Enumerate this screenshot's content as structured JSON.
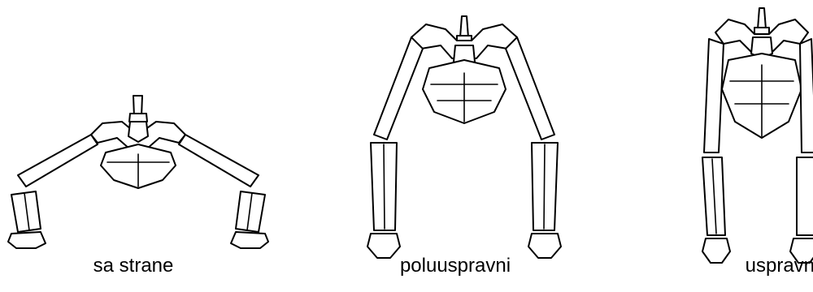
{
  "figure": {
    "postures": [
      {
        "id": "side",
        "label": "sa strane"
      },
      {
        "id": "semi-upright",
        "label": "poluuspravni"
      },
      {
        "id": "upright",
        "label": "uspravni"
      }
    ]
  },
  "colors": {
    "stroke": "#000000",
    "background": "#ffffff"
  }
}
